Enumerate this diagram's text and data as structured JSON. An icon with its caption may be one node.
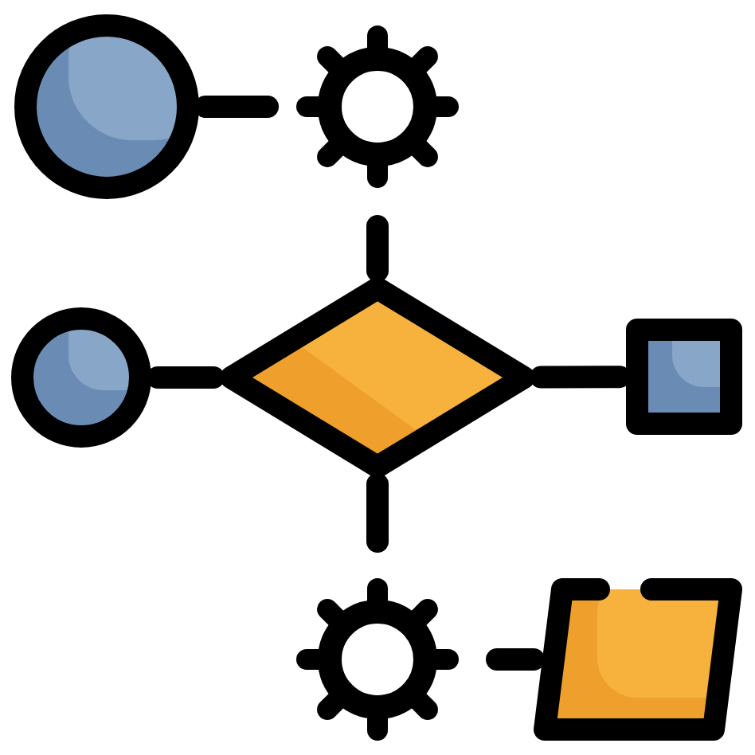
{
  "diagram": {
    "nodes": [
      {
        "text": [],
        "shape": "circle"
      },
      {
        "text": [],
        "shape": "gear"
      },
      {
        "text": [],
        "shape": "circle"
      },
      {
        "text": [],
        "shape": "diamond"
      },
      {
        "text": [],
        "shape": "box"
      },
      {
        "text": [],
        "shape": "gear"
      },
      {
        "text": [],
        "shape": "parallelogram"
      }
    ],
    "edges": [
      {
        "from": 0,
        "to": 1,
        "arrow": "none"
      },
      {
        "from": 1,
        "to": 3,
        "arrow": "none"
      },
      {
        "from": 2,
        "to": 3,
        "arrow": "none"
      },
      {
        "from": 3,
        "to": 4,
        "arrow": "none"
      },
      {
        "from": 3,
        "to": 5,
        "arrow": "none"
      },
      {
        "from": 5,
        "to": 6,
        "arrow": "none"
      }
    ]
  }
}
